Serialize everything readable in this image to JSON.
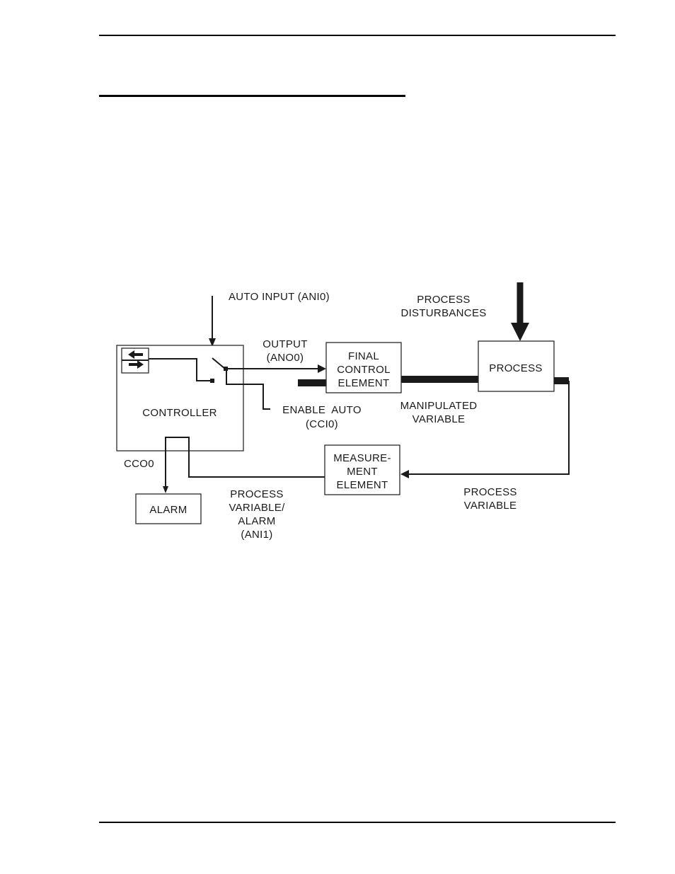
{
  "diagram": {
    "blocks": {
      "controller": "CONTROLLER",
      "final_control": [
        "FINAL",
        "CONTROL",
        "ELEMENT"
      ],
      "process": "PROCESS",
      "measurement": [
        "MEASURE-",
        "MENT",
        "ELEMENT"
      ],
      "alarm": "ALARM"
    },
    "labels": {
      "auto_input": "AUTO INPUT (ANI0)",
      "output": [
        "OUTPUT",
        "(ANO0)"
      ],
      "enable_auto": [
        "ENABLE  AUTO",
        "(CCI0)"
      ],
      "process_disturbances": [
        "PROCESS",
        "DISTURBANCES"
      ],
      "manipulated_variable": [
        "MANIPULATED",
        "VARIABLE"
      ],
      "process_variable": [
        "PROCESS",
        "VARIABLE"
      ],
      "pv_alarm": [
        "PROCESS",
        "VARIABLE/",
        "ALARM",
        "(ANI1)"
      ],
      "cco0": "CCO0"
    }
  }
}
